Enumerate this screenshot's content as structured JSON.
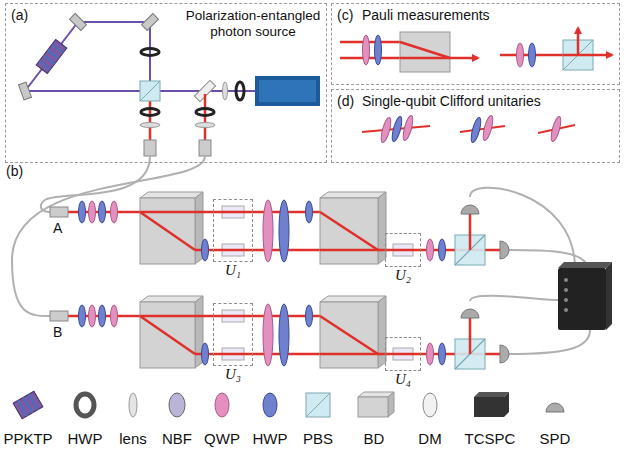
{
  "diagram": {
    "nodes": [
      {
        "text": [
          "(a)",
          "Polarization-entangled photon source"
        ]
      },
      {
        "text": [
          "(c)",
          "Pauli measurements"
        ]
      },
      {
        "text": [
          "(d)",
          "Single-qubit Clifford unitaries"
        ]
      },
      {
        "text": [
          "U₁"
        ]
      },
      {
        "text": [
          "U₂"
        ]
      },
      {
        "text": [
          "U₃"
        ]
      },
      {
        "text": [
          "U₄"
        ]
      }
    ],
    "labels": [
      "(b)",
      "A",
      "B"
    ],
    "legend": [
      {
        "text": "PPKTP"
      },
      {
        "text": "HWP"
      },
      {
        "text": "lens"
      },
      {
        "text": "NBF"
      },
      {
        "text": "QWP"
      },
      {
        "text": "HWP"
      },
      {
        "text": "PBS"
      },
      {
        "text": "BD"
      },
      {
        "text": "DM"
      },
      {
        "text": "TCSPC"
      },
      {
        "text": "SPD"
      }
    ]
  }
}
